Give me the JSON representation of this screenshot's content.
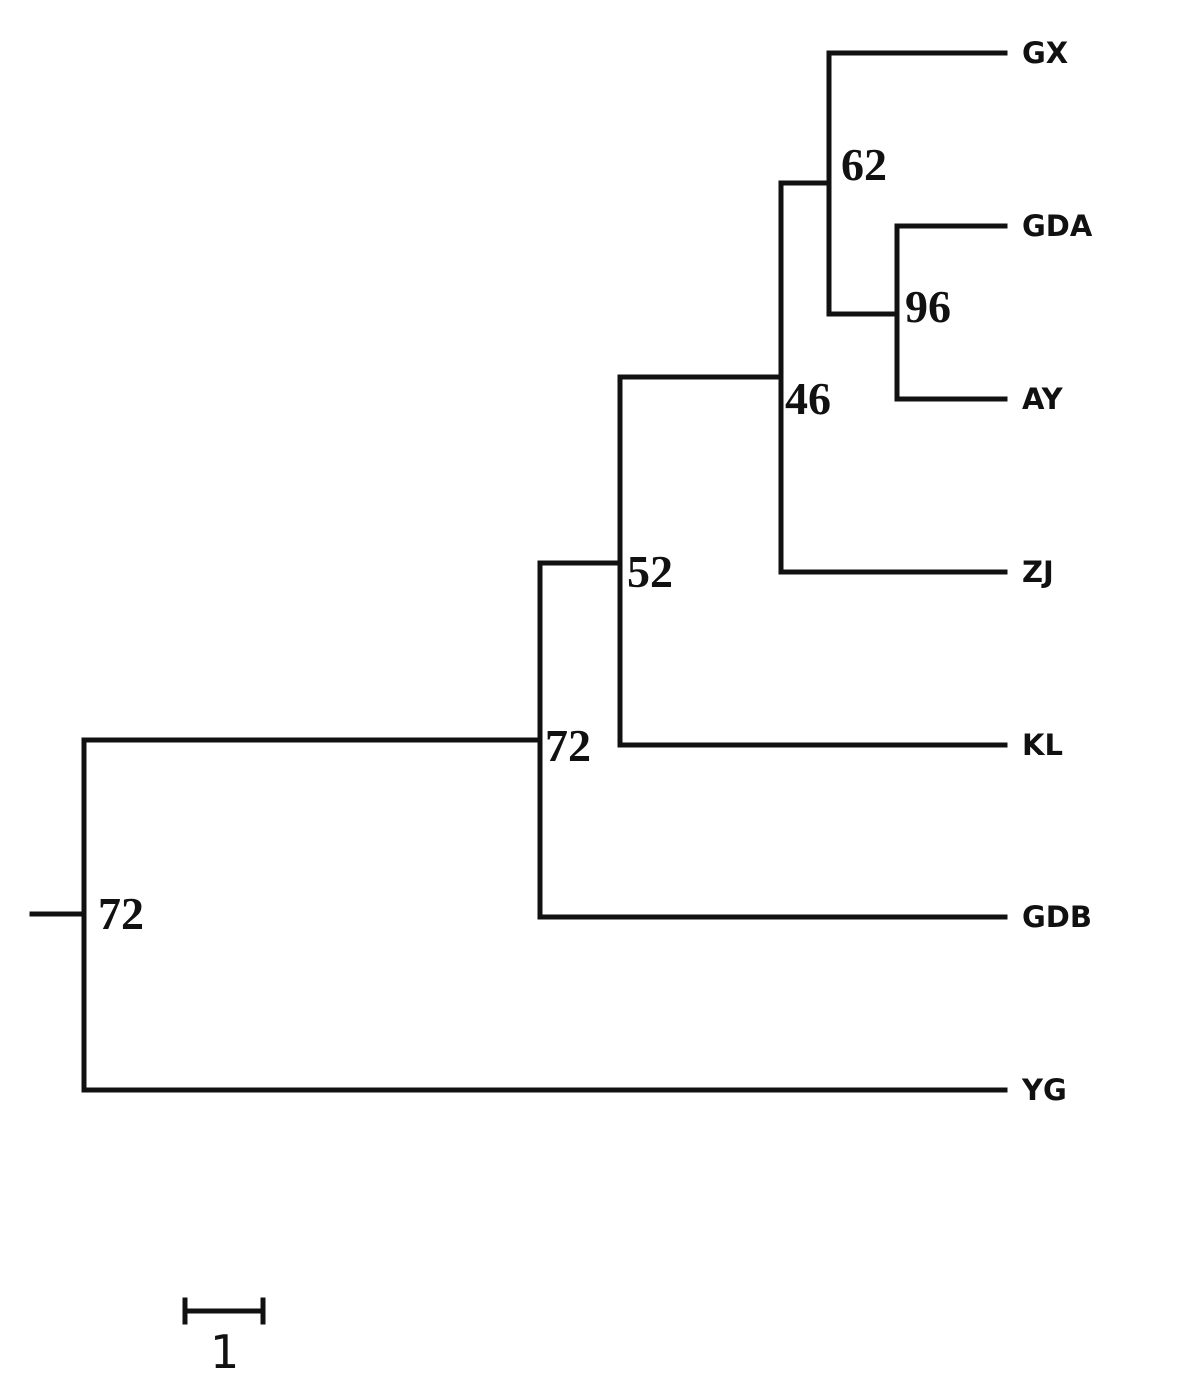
{
  "tree": {
    "taxa": [
      "GX",
      "GDA",
      "AY",
      "ZJ",
      "KL",
      "GDB",
      "YG"
    ],
    "support_values": [
      "62",
      "96",
      "46",
      "52",
      "72",
      "72"
    ],
    "scale_bar": {
      "value": 1,
      "label": "1"
    }
  },
  "colors": {
    "line": "#111111",
    "background": "#ffffff"
  }
}
